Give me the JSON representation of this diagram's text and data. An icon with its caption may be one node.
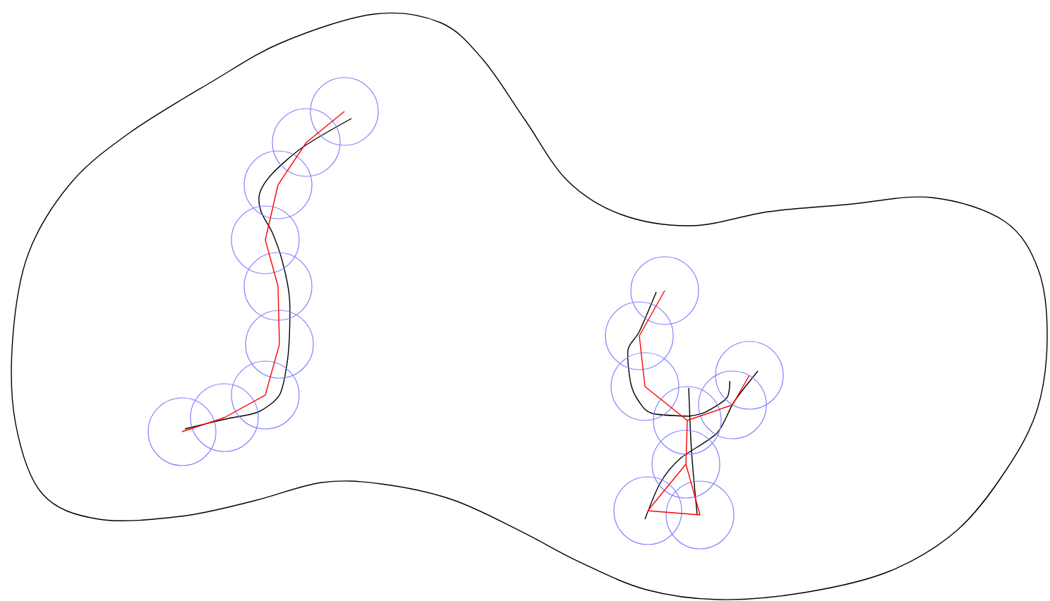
{
  "diagram": {
    "nodes": [
      {
        "text": [],
        "shape": "circle"
      },
      {
        "text": [],
        "shape": "circle"
      },
      {
        "text": [],
        "shape": "circle"
      },
      {
        "text": [],
        "shape": "circle"
      },
      {
        "text": [],
        "shape": "circle"
      },
      {
        "text": [],
        "shape": "circle"
      },
      {
        "text": [],
        "shape": "circle"
      },
      {
        "text": [],
        "shape": "circle"
      },
      {
        "text": [],
        "shape": "circle"
      },
      {
        "text": [],
        "shape": "circle"
      },
      {
        "text": [],
        "shape": "circle"
      },
      {
        "text": [],
        "shape": "circle"
      },
      {
        "text": [],
        "shape": "circle"
      },
      {
        "text": [],
        "shape": "circle"
      },
      {
        "text": [],
        "shape": "circle"
      },
      {
        "text": [],
        "shape": "circle"
      },
      {
        "text": [],
        "shape": "circle"
      },
      {
        "text": [],
        "shape": "circle"
      }
    ],
    "edges": [
      {
        "from": 0,
        "to": 1,
        "arrow": "none",
        "color": "#ff0000"
      },
      {
        "from": 1,
        "to": 2,
        "arrow": "none",
        "color": "#ff0000"
      },
      {
        "from": 2,
        "to": 3,
        "arrow": "none",
        "color": "#ff0000"
      },
      {
        "from": 3,
        "to": 4,
        "arrow": "none",
        "color": "#ff0000"
      },
      {
        "from": 4,
        "to": 5,
        "arrow": "none",
        "color": "#ff0000"
      },
      {
        "from": 5,
        "to": 6,
        "arrow": "none",
        "color": "#ff0000"
      },
      {
        "from": 6,
        "to": 7,
        "arrow": "none",
        "color": "#ff0000"
      },
      {
        "from": 7,
        "to": 8,
        "arrow": "none",
        "color": "#ff0000"
      },
      {
        "from": 9,
        "to": 10,
        "arrow": "none",
        "color": "#ff0000"
      },
      {
        "from": 10,
        "to": 11,
        "arrow": "none",
        "color": "#ff0000"
      },
      {
        "from": 11,
        "to": 12,
        "arrow": "none",
        "color": "#ff0000"
      },
      {
        "from": 12,
        "to": 14,
        "arrow": "none",
        "color": "#ff0000"
      },
      {
        "from": 14,
        "to": 13,
        "arrow": "none",
        "color": "#ff0000"
      },
      {
        "from": 12,
        "to": 15,
        "arrow": "none",
        "color": "#ff0000"
      },
      {
        "from": 15,
        "to": 16,
        "arrow": "none",
        "color": "#ff0000"
      },
      {
        "from": 16,
        "to": 17,
        "arrow": "none",
        "color": "#ff0000"
      },
      {
        "from": 17,
        "to": 15,
        "arrow": "none",
        "color": "#ff0000"
      }
    ]
  }
}
